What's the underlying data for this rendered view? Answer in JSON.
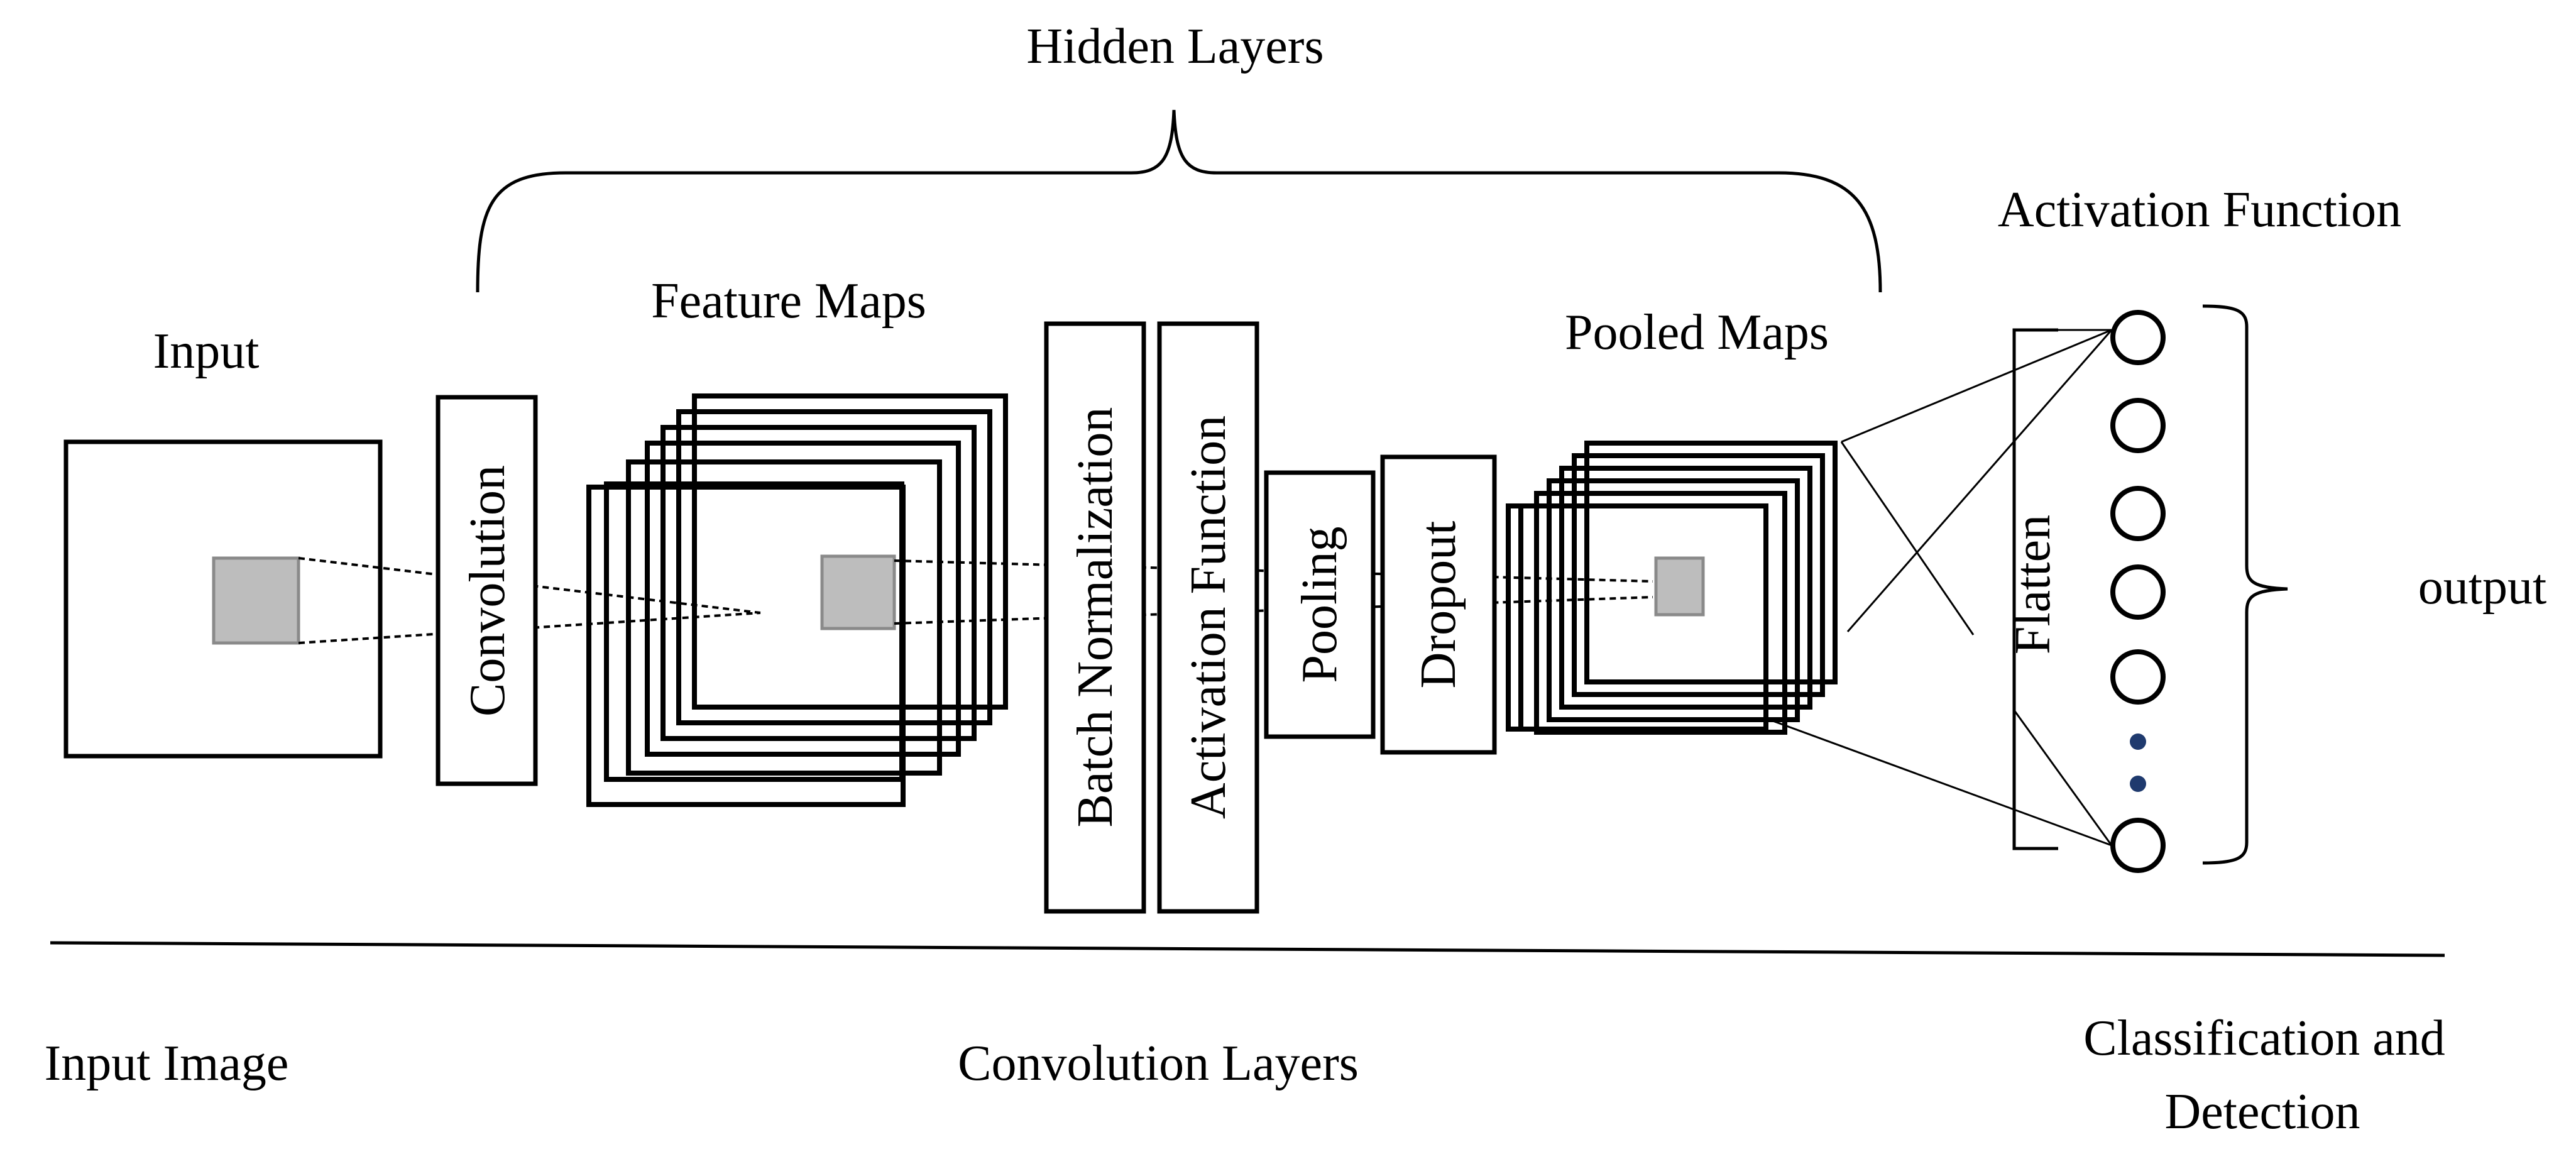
{
  "labels": {
    "hidden_layers": "Hidden Layers",
    "activation_function_top": "Activation Function",
    "input": "Input",
    "feature_maps": "Feature Maps",
    "pooled_maps": "Pooled Maps",
    "output": "output",
    "input_image": "Input Image",
    "convolution_layers": "Convolution Layers",
    "classification_line1": "Classification and",
    "classification_line2": "Detection"
  },
  "layers": {
    "convolution": "Convolution",
    "batch_normalization": "Batch Normalization",
    "activation_function": "Activation Function",
    "pooling": "Pooling",
    "dropout": "Dropout",
    "flatten": "Flatten"
  },
  "colors": {
    "kernel_fill": "#bdbdbd",
    "ellipsis_dots": "#1f3a6e"
  }
}
